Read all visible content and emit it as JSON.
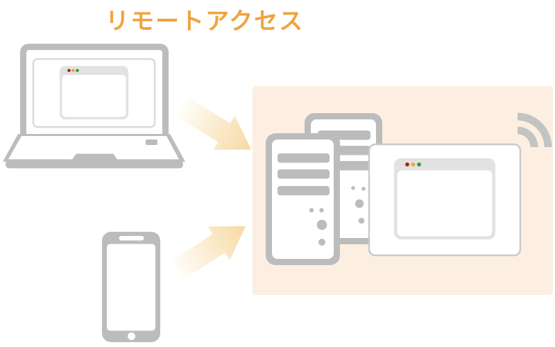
{
  "title": "リモートアクセス",
  "colors": {
    "panel_bg": "#fcefe1",
    "device_gray": "#bcbcbc",
    "ui_light_gray": "#e2e2e2",
    "screen_outline": "#d9d9d9",
    "monitor_border": "#c9c9c9",
    "wifi_gray": "#c3c3c3",
    "title_orange": "#f1a33c",
    "arrow_start": "#fffefa",
    "arrow_end": "#f6d9a2",
    "dot_red": "#b71c00",
    "dot_orange": "#f0a43c",
    "dot_green": "#2f9e32"
  },
  "illustration": {
    "clients": [
      {
        "icon": "laptop-icon"
      },
      {
        "icon": "smartphone-icon"
      }
    ],
    "arrows": [
      {
        "icon": "arrow-down-right-icon"
      },
      {
        "icon": "arrow-up-right-icon"
      }
    ],
    "remote_site": {
      "servers": [
        {
          "icon": "server-tower-icon"
        },
        {
          "icon": "server-tower-icon"
        }
      ],
      "monitor": {
        "icon": "monitor-browser-icon"
      },
      "wifi": {
        "icon": "wifi-signal-icon"
      }
    },
    "window_controls": [
      "red",
      "orange",
      "green"
    ]
  }
}
